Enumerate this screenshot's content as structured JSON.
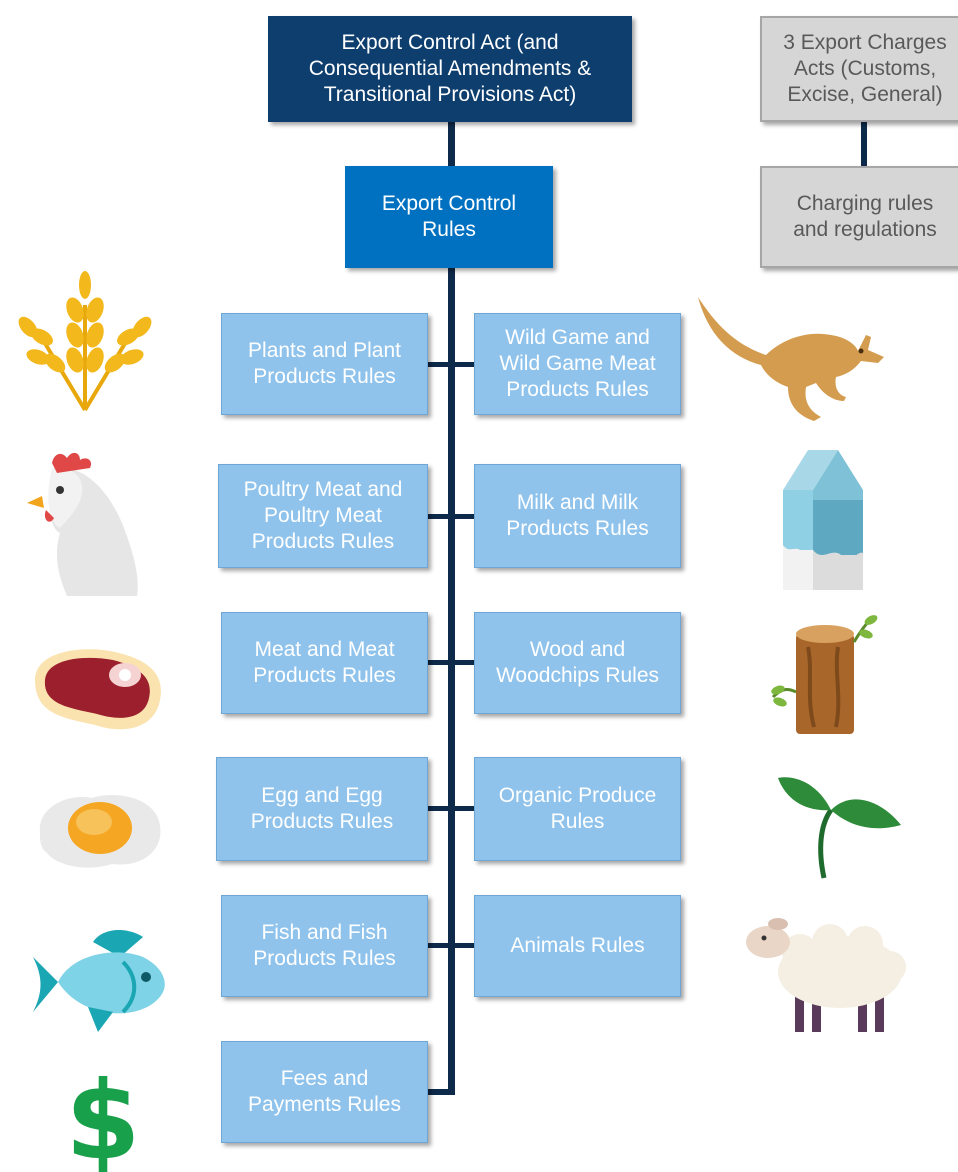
{
  "top": {
    "act": "Export Control Act (and\nConsequential Amendments &\nTransitional Provisions Act)",
    "rules": "Export Control\nRules"
  },
  "charges": {
    "acts": "3 Export Charges\nActs (Customs,\nExcise, General)",
    "rules": "Charging rules\nand regulations"
  },
  "left_rules": [
    "Plants and Plant\nProducts Rules",
    "Poultry Meat and\nPoultry Meat\nProducts Rules",
    "Meat and Meat\nProducts Rules",
    "Egg and Egg\nProducts Rules",
    "Fish and Fish\nProducts Rules",
    "Fees and\nPayments Rules"
  ],
  "right_rules": [
    "Wild Game and\nWild Game Meat\nProducts Rules",
    "Milk and Milk\nProducts Rules",
    "Wood and\nWoodchips Rules",
    "Organic Produce\nRules",
    "Animals Rules"
  ],
  "icons": {
    "left": [
      "wheat-icon",
      "chicken-icon",
      "steak-icon",
      "fried-egg-icon",
      "fish-icon",
      "dollar-icon"
    ],
    "right": [
      "kangaroo-icon",
      "milk-carton-icon",
      "tree-stump-icon",
      "seedling-icon",
      "sheep-icon"
    ]
  },
  "colors": {
    "act": "#0e3e6e",
    "rules": "#0070c0",
    "leaf": "#8fc3ec",
    "grey": "#d6d6d6",
    "connector": "#0e2a4a"
  }
}
